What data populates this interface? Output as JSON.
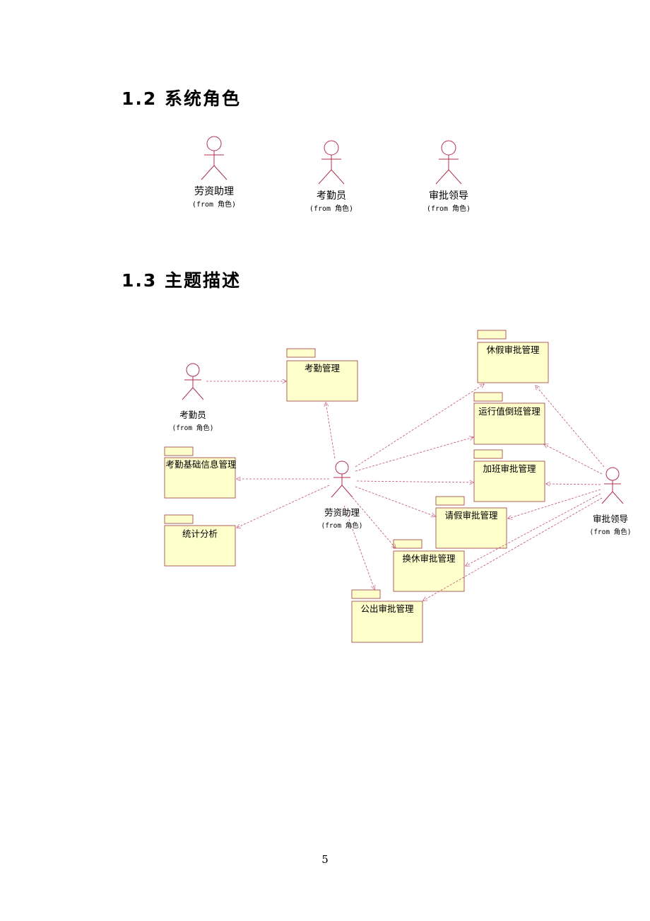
{
  "section_roles": {
    "heading": "1.2 系统角色",
    "actors": [
      {
        "name": "劳资助理",
        "from": "(from 角色)"
      },
      {
        "name": "考勤员",
        "from": "(from 角色)"
      },
      {
        "name": "审批领导",
        "from": "(from 角色)"
      }
    ]
  },
  "section_topic": {
    "heading": "1.3 主题描述",
    "actors": {
      "kaoqinyuan": {
        "name": "考勤员",
        "from": "(from 角色)"
      },
      "laozi": {
        "name": "劳资助理",
        "from": "(from 角色)"
      },
      "shenpi": {
        "name": "审批领导",
        "from": "(from 角色)"
      }
    },
    "packages": {
      "kaoqin": "考勤管理",
      "jichu": "考勤基础信息管理",
      "tongji": "统计分析",
      "xiujia": "休假审批管理",
      "yunxing": "运行值倒班管理",
      "jiaban": "加班审批管理",
      "qingjia": "请假审批管理",
      "huanxiu": "换休审批管理",
      "gongchu": "公出审批管理"
    },
    "colors": {
      "package_fill": "#ffffcc",
      "line": "#c0506a",
      "actor_stroke": "#b03050"
    }
  },
  "page_number": "5"
}
